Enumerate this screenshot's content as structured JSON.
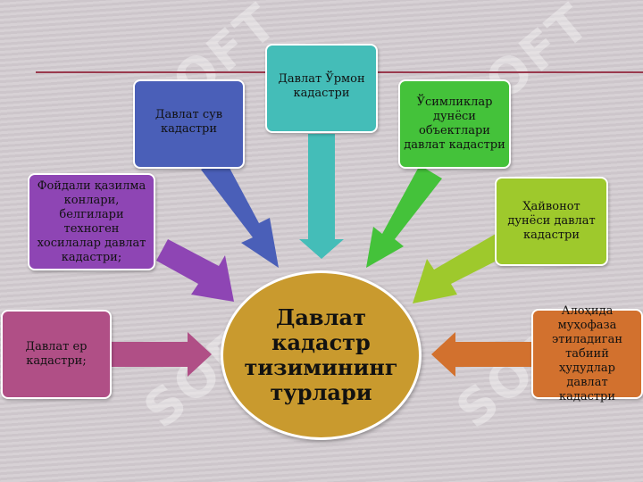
{
  "watermark": "SOFT",
  "center": "Давлат кадастр тизимининг турлари",
  "boxes": {
    "forest": "Давлат Ўрмон кадастри",
    "water": "Давлат сув кадастри",
    "plants": "Ўсимликлар дунёси объектлари давлат кадастри",
    "minerals": "Фойдали қазилма конлари, белгилари техноген хосилалар давлат кадастри;",
    "animals": "Ҳайвонот дунёси давлат кадастри",
    "land": "Давлат ер кадастри;",
    "protected": "Алоҳида муҳофаза этиладиган табиий ҳудудлар давлат кадастри"
  },
  "colors": {
    "forest": "#44bdb8",
    "water": "#4a5fb8",
    "plants": "#44c23a",
    "minerals": "#8e45b4",
    "animals": "#9ec92c",
    "land": "#b04f86",
    "protected": "#d2712e",
    "center": "#c99a2e"
  }
}
